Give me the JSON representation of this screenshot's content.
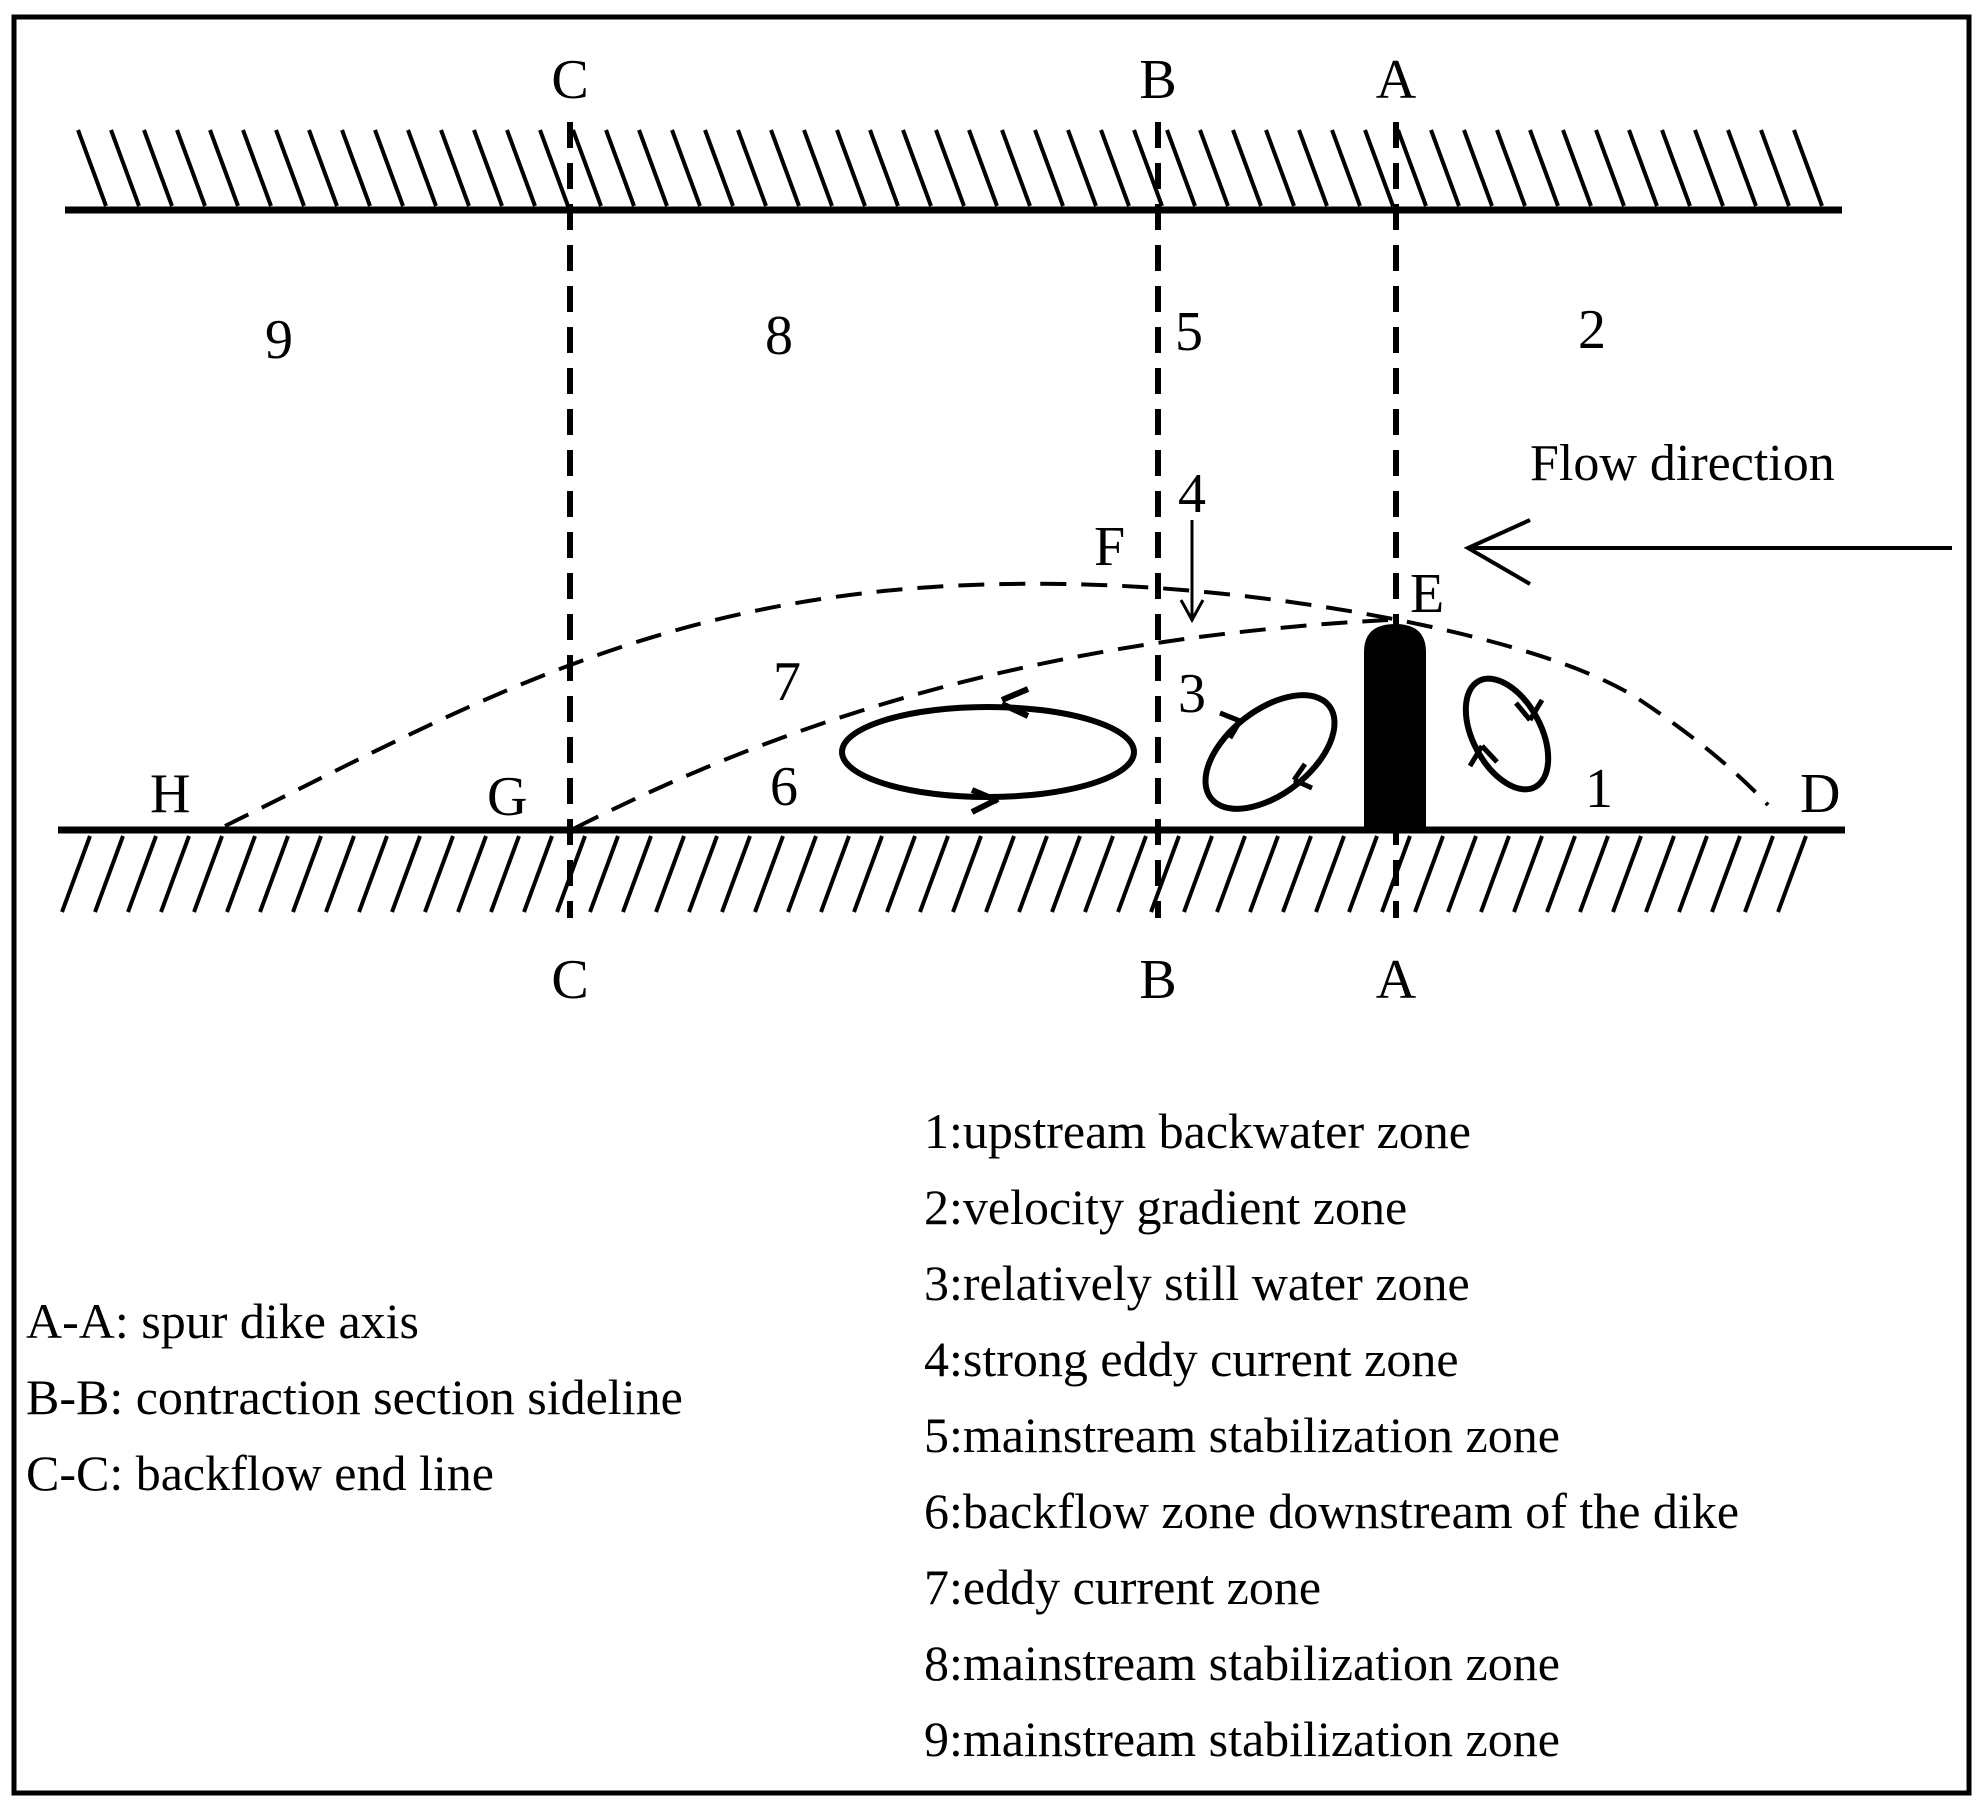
{
  "section_labels": {
    "top": [
      "C",
      "B",
      "A"
    ],
    "bottom": [
      "C",
      "B",
      "A"
    ]
  },
  "zone_numbers": [
    "9",
    "8",
    "5",
    "2",
    "4",
    "3",
    "7",
    "6",
    "1"
  ],
  "point_labels": {
    "F": "F",
    "E": "E",
    "H": "H",
    "G": "G",
    "D": "D"
  },
  "flow_label": "Flow direction",
  "legend_right": [
    "1:upstream backwater zone",
    "2:velocity gradient zone",
    "3:relatively still water zone",
    "4:strong eddy current zone",
    "5:mainstream stabilization zone",
    "6:backflow zone downstream of the dike",
    "7:eddy current zone",
    "8:mainstream stabilization zone",
    "9:mainstream stabilization zone"
  ],
  "legend_left": [
    "A-A: spur dike axis",
    "B-B: contraction section sideline",
    "C-C: backflow end line"
  ]
}
